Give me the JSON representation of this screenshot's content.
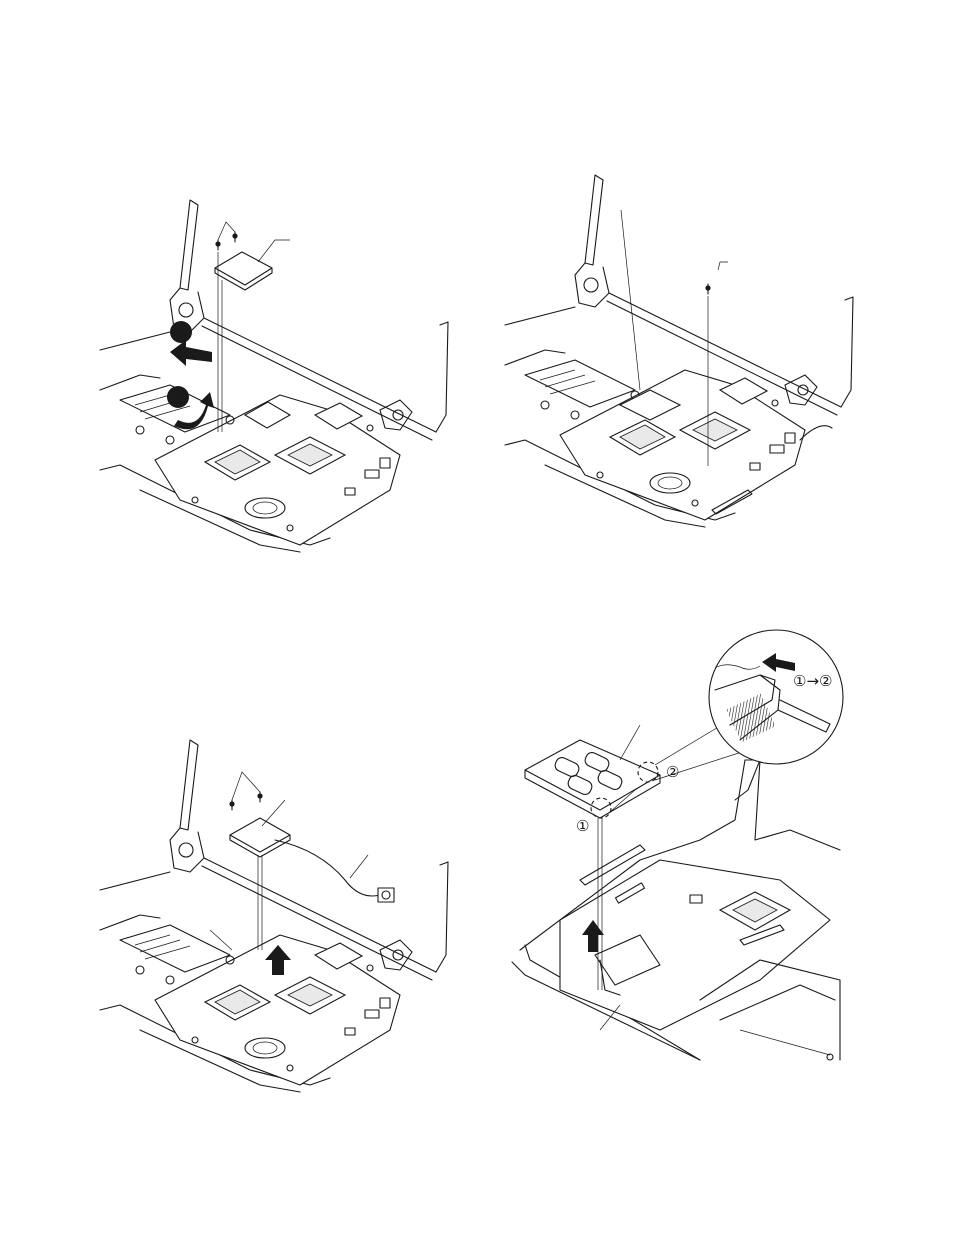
{
  "callouts": {
    "step_one": "①",
    "step_two": "②",
    "sequence": "①→②"
  }
}
